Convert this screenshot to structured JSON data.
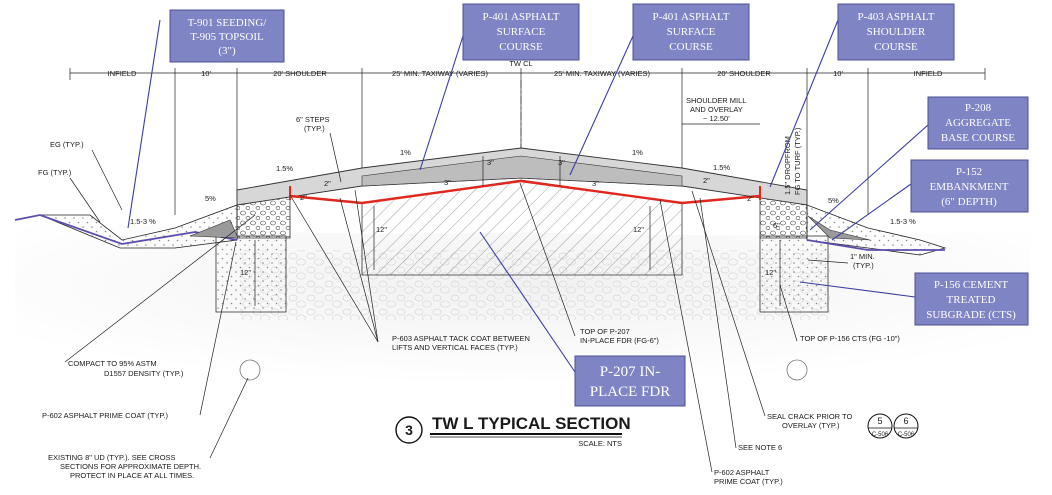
{
  "colors": {
    "callout_fill": "#7f84c4",
    "leader": "#3b3fa0",
    "prime_coat": "#e0281e",
    "subgrade_purple": "#5a4fb0"
  },
  "top_dims": {
    "infield_left": "INFIELD",
    "ten_left": "10'",
    "shoulder_left": "20' SHOULDER",
    "taxiway_left": "25' MIN. TAXIWAY (VARIES)",
    "centerline": "TW CL",
    "taxiway_right": "25' MIN. TAXIWAY (VARIES)",
    "shoulder_right": "20' SHOULDER",
    "ten_right": "10'",
    "infield_right": "INFIELD"
  },
  "callouts": {
    "t901_line1": "T-901 SEEDING/",
    "t901_line2": "T-905 TOPSOIL",
    "t901_line3": "(3\")",
    "p401a_line1": "P-401 ASPHALT",
    "p401a_line2": "SURFACE",
    "p401a_line3": "COURSE",
    "p401b_line1": "P-401 ASPHALT",
    "p401b_line2": "SURFACE",
    "p401b_line3": "COURSE",
    "p403_line1": "P-403 ASPHALT",
    "p403_line2": "SHOULDER",
    "p403_line3": "COURSE",
    "p208_line1": "P-208",
    "p208_line2": "AGGREGATE",
    "p208_line3": "BASE COURSE",
    "p152_line1": "P-152",
    "p152_line2": "EMBANKMENT",
    "p152_line3": "(6\" DEPTH)",
    "p156_line1": "P-156 CEMENT",
    "p156_line2": "TREATED",
    "p156_line3": "SUBGRADE (CTS)",
    "p207_line1": "P-207 IN-",
    "p207_line2": "PLACE FDR"
  },
  "notes": {
    "eg": "EG (TYP.)",
    "fg": "FG (TYP.)",
    "steps_line1": "6\" STEPS",
    "steps_line2": "(TYP.)",
    "mill_line1": "SHOULDER MILL",
    "mill_line2": "AND OVERLAY",
    "mill_dim": "~ 12.50'",
    "dropoff_line1": "1.5\" DROPFROM",
    "dropoff_line2": "FG TO TURF (TYP.)",
    "compact_line1": "COMPACT TO 95% ASTM",
    "compact_line2": "D1557 DENSITY (TYP.)",
    "p602_left": "P-602 ASPHALT PRIME COAT (TYP.)",
    "ud_line1": "EXISTING 8\" UD (TYP.). SEE CROSS",
    "ud_line2": "SECTIONS FOR APPROXIMATE DEPTH.",
    "ud_line3": "PROTECT IN PLACE AT ALL TIMES.",
    "tack_line1": "P-603 ASPHALT TACK COAT BETWEEN",
    "tack_line2": "LIFTS AND VERTICAL FACES (TYP.)",
    "topfdr_line1": "TOP OF P-207",
    "topfdr_line2": "IN-PLACE FDR (FG-6\")",
    "topcts": "TOP OF P-156 CTS (FG -10\")",
    "seal_line1": "SEAL CRACK PRIOR TO",
    "seal_line2": "OVERLAY (TYP.)",
    "note6": "SEE NOTE 6",
    "p602_right_line1": "P-602 ASPHALT",
    "p602_right_line2": "PRIME COAT (TYP.)",
    "min1_line1": "1\" MIN.",
    "min1_line2": "(TYP.)"
  },
  "slopes": {
    "one_pct_left": "1%",
    "one_pct_right": "1%",
    "one5_left": "1.5%",
    "one5_right": "1.5%",
    "five_left": "5%",
    "five_right": "5%",
    "ratio_left": "1.5-3 %",
    "ratio_right": "1.5-3 %"
  },
  "dims": {
    "three_a": "3\"",
    "three_b": "3\"",
    "three_c": "3\"",
    "three_d": "3\"",
    "two_a": "2\"",
    "two_b": "2\"",
    "two_c": "2\"",
    "two_d": "2\"",
    "twelve_a": "12\"",
    "twelve_b": "12\"",
    "twelve_c": "12\"",
    "twelve_d": "12\"",
    "six_a": "6\""
  },
  "title": {
    "number": "3",
    "text": "TW L TYPICAL SECTION",
    "scale": "SCALE: NTS"
  },
  "refs": {
    "ref1_num": "5",
    "ref1_sheet": "C-506",
    "ref2_num": "6",
    "ref2_sheet": "C-506"
  }
}
